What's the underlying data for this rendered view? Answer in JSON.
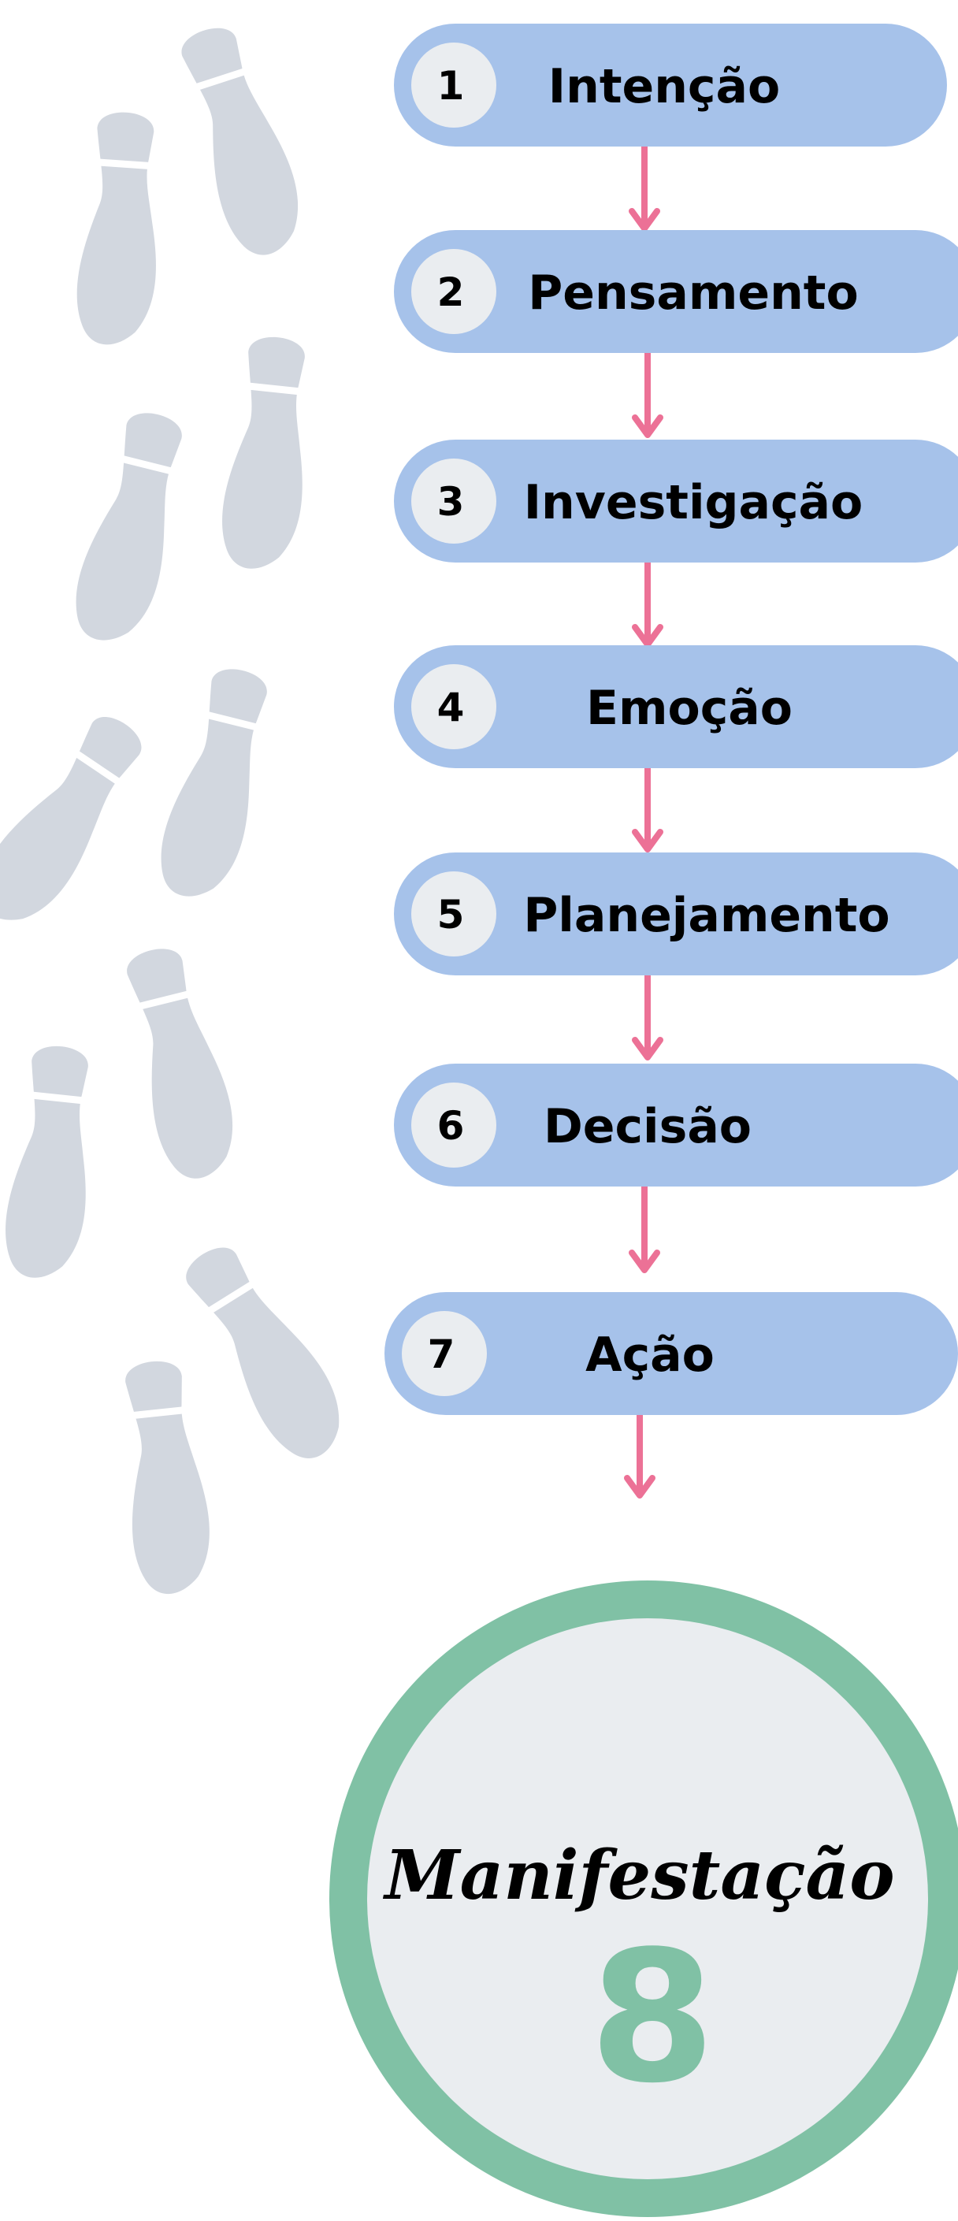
{
  "steps": [
    {
      "number": "1",
      "label": "Intenção"
    },
    {
      "number": "2",
      "label": "Pensamento"
    },
    {
      "number": "3",
      "label": "Investigação"
    },
    {
      "number": "4",
      "label": "Emoção"
    },
    {
      "number": "5",
      "label": "Planejamento"
    },
    {
      "number": "6",
      "label": "Decisão"
    },
    {
      "number": "7",
      "label": "Ação"
    }
  ],
  "final": {
    "title": "Manifestação",
    "number": "8"
  },
  "colors": {
    "pill": "#a6c2ea",
    "badge": "#eaedf0",
    "arrow": "#ec7196",
    "ring": "#80c1a5",
    "disk": "#eaedf0",
    "footprint": "#d2d7df",
    "final_number": "#80c1a5"
  },
  "icons": [
    "footprint-icon",
    "arrow-down-icon"
  ]
}
